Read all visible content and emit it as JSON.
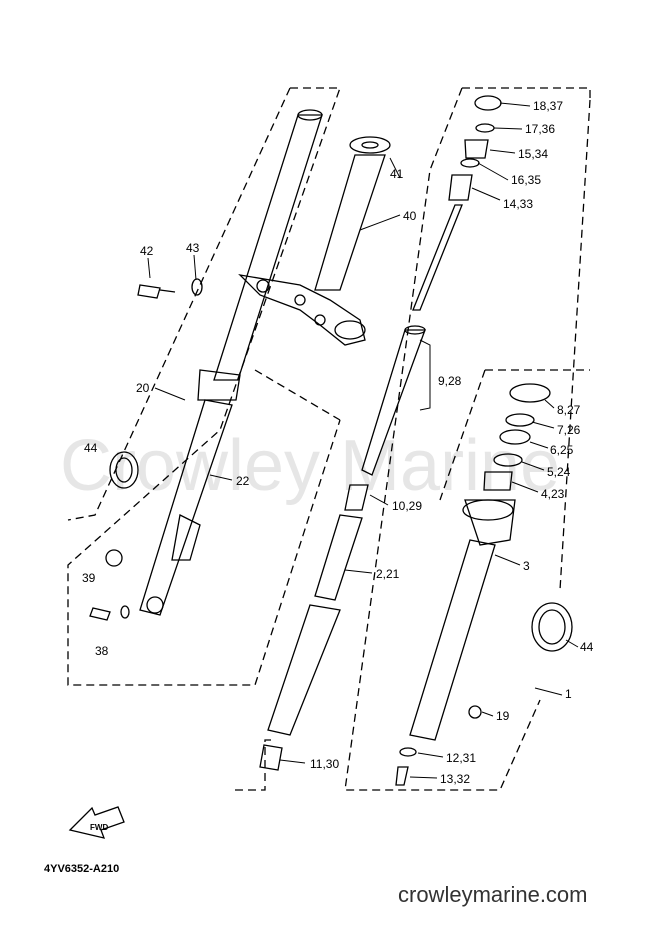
{
  "diagram": {
    "watermark": "Crowley Marine",
    "drawing_code": "4YV6352-A210",
    "site": "crowleymarine.com",
    "fwd_label": "FWD",
    "labels": {
      "l42": "42",
      "l43": "43",
      "l41": "41",
      "l40": "40",
      "l20": "20",
      "l44a": "44",
      "l22": "22",
      "l39": "39",
      "l38": "38",
      "l18": "18,37",
      "l17": "17,36",
      "l15": "15,34",
      "l16": "16,35",
      "l14": "14,33",
      "l9": "9,28",
      "l10": "10,29",
      "l2": "2,21",
      "l11": "11,30",
      "l8": "8,27",
      "l7": "7,26",
      "l6": "6,25",
      "l5": "5,24",
      "l4": "4,23",
      "l3": "3",
      "l44b": "44",
      "l1": "1",
      "l19": "19",
      "l12": "12,31",
      "l13": "13,32"
    }
  }
}
